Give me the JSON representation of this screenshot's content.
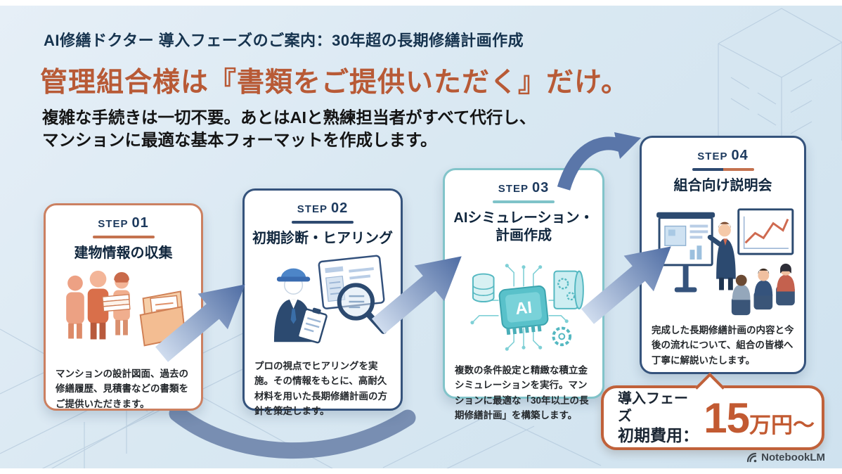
{
  "slide": {
    "eyebrow": "AI修繕ドクター 導入フェーズのご案内：30年超の長期修繕計画作成",
    "title": "管理組合様は『書類をご提供いただく』だけ。",
    "subtitle_line1": "複雑な手続きは一切不要。あとはAIと熟練担当者がすべて代行し、",
    "subtitle_line2": "マンションに最適な基本フォーマットを作成します。"
  },
  "steps": [
    {
      "label_word": "STEP",
      "label_num": "01",
      "title": "建物情報の収集",
      "description": "マンションの設計図面、過去の修繕履歴、見積書などの書類をご提供いただきます。",
      "accent_color": "#c4724f",
      "illustration": "people-handing-documents-to-folder"
    },
    {
      "label_word": "STEP",
      "label_num": "02",
      "title": "初期診断・ヒアリング",
      "description": "プロの視点でヒアリングを実施。その情報をもとに、高耐久材料を用いた長期修繕計画の方針を策定します。",
      "accent_color": "#2e4a70",
      "illustration": "engineer-with-clipboard-and-magnifier"
    },
    {
      "label_word": "STEP",
      "label_num": "03",
      "title": "AIシミュレーション・\n計画作成",
      "description": "複数の条件設定と精緻な積立金シミュレーションを実行。マンションに最適な「30年以上の長期修繕計画」を構築します。",
      "accent_color": "#7fc3c9",
      "illustration": "ai-chip-circuit-simulation"
    },
    {
      "label_word": "STEP",
      "label_num": "04",
      "title": "組合向け説明会",
      "description": "完成した長期修繕計画の内容と今後の流れについて、組合の皆様へ丁寧に解説いたします。",
      "accent_color": "#2e4a70",
      "accent_color2": "#c4724f",
      "illustration": "briefing-presentation-to-association"
    }
  ],
  "price_callout": {
    "phase_label": "導入フェーズ",
    "fee_label": "初期費用：",
    "amount": "15",
    "unit": "万円〜",
    "accent_color": "#c0613a"
  },
  "watermark": {
    "label": "NotebookLM"
  },
  "colors": {
    "background": "#d9e8f2",
    "title_accent": "#b85a36",
    "heading_navy": "#16334e",
    "card_border_orange": "#cb8061",
    "card_border_navy": "#35537c",
    "card_border_teal": "#82c4ca",
    "arrow_blue": "#4e6ca3"
  }
}
